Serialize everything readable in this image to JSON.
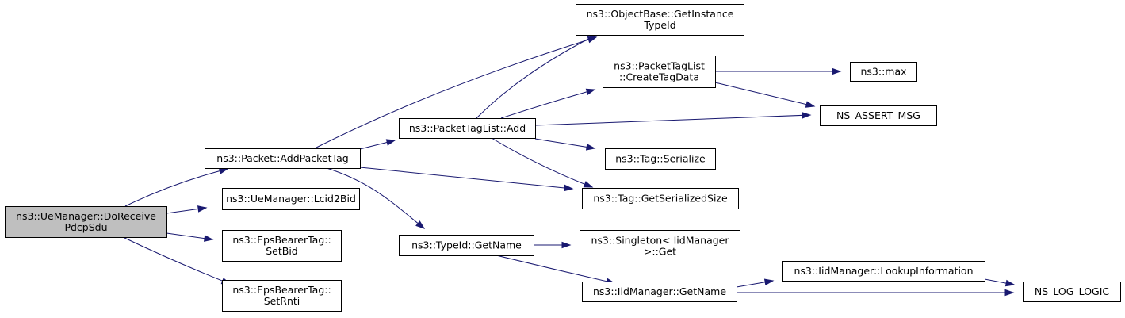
{
  "colors": {
    "focus_fill": "#bfbfbf",
    "node_fill": "#ffffff",
    "border": "#000000",
    "edge": "#191970"
  },
  "nodes": [
    {
      "id": "doreceive",
      "lines": [
        "ns3::UeManager::DoReceive",
        "PdcpSdu"
      ],
      "focus": true
    },
    {
      "id": "addpackettag",
      "lines": [
        "ns3::Packet::AddPacketTag"
      ]
    },
    {
      "id": "lcid2bid",
      "lines": [
        "ns3::UeManager::Lcid2Bid"
      ]
    },
    {
      "id": "setbid",
      "lines": [
        "ns3::EpsBearerTag::",
        "SetBid"
      ]
    },
    {
      "id": "setrnti",
      "lines": [
        "ns3::EpsBearerTag::",
        "SetRnti"
      ]
    },
    {
      "id": "getinstancetypeid",
      "lines": [
        "ns3::ObjectBase::GetInstance",
        "TypeId"
      ]
    },
    {
      "id": "ptladd",
      "lines": [
        "ns3::PacketTagList::Add"
      ]
    },
    {
      "id": "typeidgetname",
      "lines": [
        "ns3::TypeId::GetName"
      ]
    },
    {
      "id": "createtagdata",
      "lines": [
        "ns3::PacketTagList",
        "::CreateTagData"
      ]
    },
    {
      "id": "tagserialize",
      "lines": [
        "ns3::Tag::Serialize"
      ]
    },
    {
      "id": "getserializedsize",
      "lines": [
        "ns3::Tag::GetSerializedSize"
      ]
    },
    {
      "id": "singletonget",
      "lines": [
        "ns3::Singleton< IidManager",
        ">::Get"
      ]
    },
    {
      "id": "iidgetname",
      "lines": [
        "ns3::IidManager::GetName"
      ]
    },
    {
      "id": "max",
      "lines": [
        "ns3::max"
      ]
    },
    {
      "id": "assertmsg",
      "lines": [
        "NS_ASSERT_MSG"
      ]
    },
    {
      "id": "lookupinfo",
      "lines": [
        "ns3::IidManager::LookupInformation"
      ]
    },
    {
      "id": "loglogic",
      "lines": [
        "NS_LOG_LOGIC"
      ]
    }
  ],
  "edges": [
    {
      "from": "doreceive",
      "to": "addpackettag"
    },
    {
      "from": "doreceive",
      "to": "lcid2bid"
    },
    {
      "from": "doreceive",
      "to": "setbid"
    },
    {
      "from": "doreceive",
      "to": "setrnti"
    },
    {
      "from": "addpackettag",
      "to": "getinstancetypeid"
    },
    {
      "from": "addpackettag",
      "to": "ptladd"
    },
    {
      "from": "addpackettag",
      "to": "getserializedsize"
    },
    {
      "from": "addpackettag",
      "to": "typeidgetname"
    },
    {
      "from": "ptladd",
      "to": "getinstancetypeid"
    },
    {
      "from": "ptladd",
      "to": "createtagdata"
    },
    {
      "from": "ptladd",
      "to": "assertmsg"
    },
    {
      "from": "ptladd",
      "to": "tagserialize"
    },
    {
      "from": "ptladd",
      "to": "getserializedsize"
    },
    {
      "from": "createtagdata",
      "to": "max"
    },
    {
      "from": "createtagdata",
      "to": "assertmsg"
    },
    {
      "from": "typeidgetname",
      "to": "singletonget"
    },
    {
      "from": "typeidgetname",
      "to": "iidgetname"
    },
    {
      "from": "iidgetname",
      "to": "lookupinfo"
    },
    {
      "from": "iidgetname",
      "to": "loglogic"
    },
    {
      "from": "lookupinfo",
      "to": "loglogic"
    }
  ]
}
